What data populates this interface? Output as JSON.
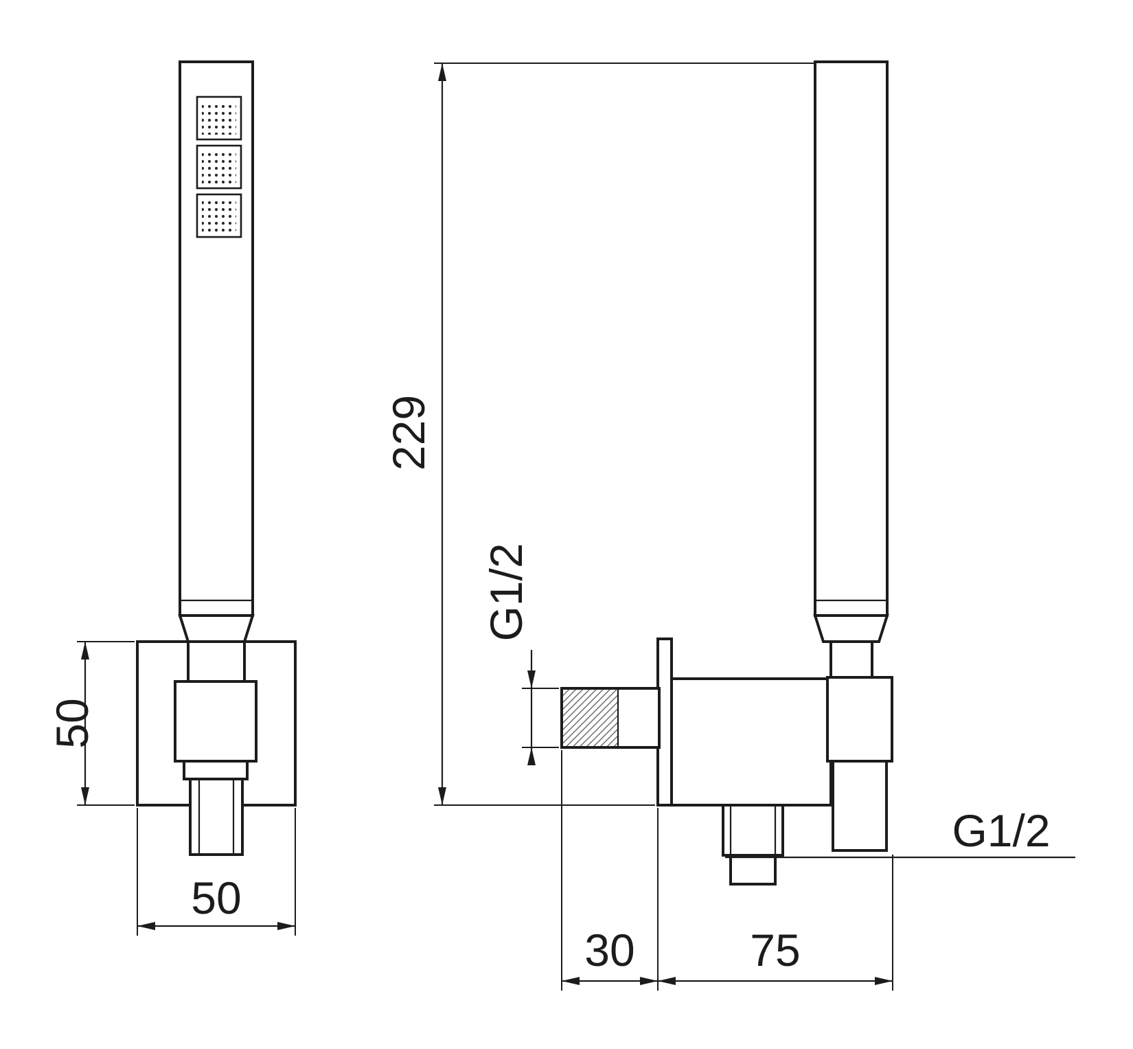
{
  "drawing": {
    "dims": {
      "overall_height": "229",
      "inlet_thread": "G1/2",
      "outlet_thread": "G1/2",
      "bracket_height": "50",
      "bracket_width": "50",
      "wall_projection": "30",
      "body_depth": "75"
    },
    "colors": {
      "line": "#1c1c1c",
      "background": "#ffffff"
    }
  }
}
